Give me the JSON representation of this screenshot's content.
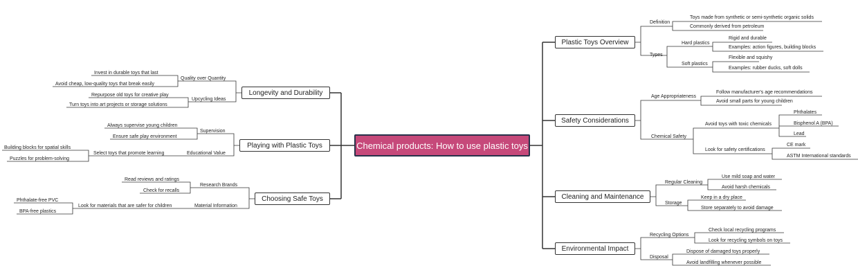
{
  "central": "Chemical products: How to use plastic toys",
  "topics": {
    "overview": {
      "label": "Plastic Toys Overview",
      "definition": {
        "label": "Definition",
        "items": [
          "Toys made from synthetic or semi-synthetic organic solids",
          "Commonly derived from petroleum"
        ]
      },
      "types": {
        "label": "Types",
        "hard": {
          "label": "Hard plastics",
          "items": [
            "Rigid and durable",
            "Examples: action figures, building blocks"
          ]
        },
        "soft": {
          "label": "Soft plastics",
          "items": [
            "Flexible and squishy",
            "Examples: rubber ducks, soft dolls"
          ]
        }
      }
    },
    "safety": {
      "label": "Safety Considerations",
      "age": {
        "label": "Age Appropriateness",
        "items": [
          "Follow manufacturer's age recommendations",
          "Avoid small parts for young children"
        ]
      },
      "chemical": {
        "label": "Chemical Safety",
        "toxic": {
          "label": "Avoid toys with toxic chemicals",
          "items": [
            "Phthalates",
            "Bisphenol A (BPA)",
            "Lead"
          ]
        },
        "cert": {
          "label": "Look for safety certifications",
          "items": [
            "CE mark",
            "ASTM International standards"
          ]
        }
      }
    },
    "cleaning": {
      "label": "Cleaning and Maintenance",
      "regular": {
        "label": "Regular Cleaning",
        "items": [
          "Use mild soap and water",
          "Avoid harsh chemicals"
        ]
      },
      "storage": {
        "label": "Storage",
        "items": [
          "Keep in a dry place",
          "Store separately to avoid damage"
        ]
      }
    },
    "environment": {
      "label": "Environmental Impact",
      "recycling": {
        "label": "Recycling Options",
        "items": [
          "Check local recycling programs",
          "Look for recycling symbols on toys"
        ]
      },
      "disposal": {
        "label": "Disposal",
        "items": [
          "Dispose of damaged toys properly",
          "Avoid landfilling whenever possible"
        ]
      }
    },
    "longevity": {
      "label": "Longevity and Durability",
      "quality": {
        "label": "Quality over Quantity",
        "items": [
          "Invest in durable toys that last",
          "Avoid cheap, low-quality toys that break easily"
        ]
      },
      "upcycling": {
        "label": "Upcycling Ideas",
        "items": [
          "Repurpose old toys for creative play",
          "Turn toys into art projects or storage solutions"
        ]
      }
    },
    "playing": {
      "label": "Playing with Plastic Toys",
      "supervision": {
        "label": "Supervision",
        "items": [
          "Always supervise young children",
          "Ensure safe play environment"
        ]
      },
      "educational": {
        "label": "Educational Value",
        "learning": {
          "label": "Select toys that promote learning",
          "items": [
            "Building blocks for spatial skills",
            "Puzzles for problem-solving"
          ]
        }
      }
    },
    "choosing": {
      "label": "Choosing Safe Toys",
      "research": {
        "label": "Research Brands",
        "items": [
          "Read reviews and ratings",
          "Check for recalls"
        ]
      },
      "material": {
        "label": "Material Information",
        "safer": {
          "label": "Look for materials that are safer for children",
          "items": [
            "Phthalate-free PVC",
            "BPA-free plastics"
          ]
        }
      }
    }
  }
}
